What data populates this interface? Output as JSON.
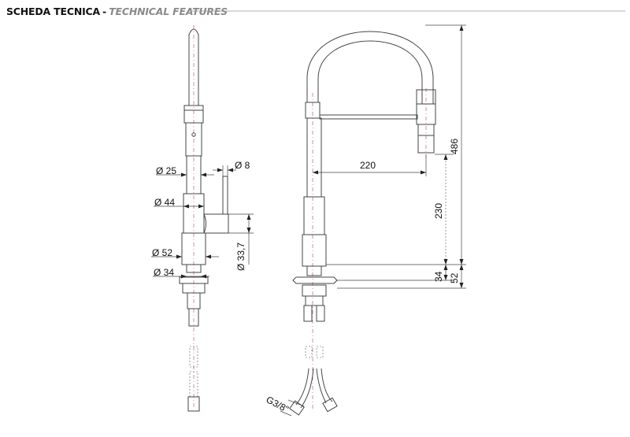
{
  "header": {
    "title": "SCHEDA TECNICA",
    "separator": "-",
    "subtitle": "TECHNICAL FEATURES"
  },
  "dimensions": {
    "d25": "Ø 25",
    "d8": "Ø 8",
    "d44": "Ø 44",
    "d52": "Ø 52",
    "d34": "Ø 34",
    "d33_7": "Ø 33,7",
    "reach": "220",
    "height_230": "230",
    "height_486": "486",
    "height_34": "34",
    "height_52": "52",
    "thread": "G3/8\""
  }
}
